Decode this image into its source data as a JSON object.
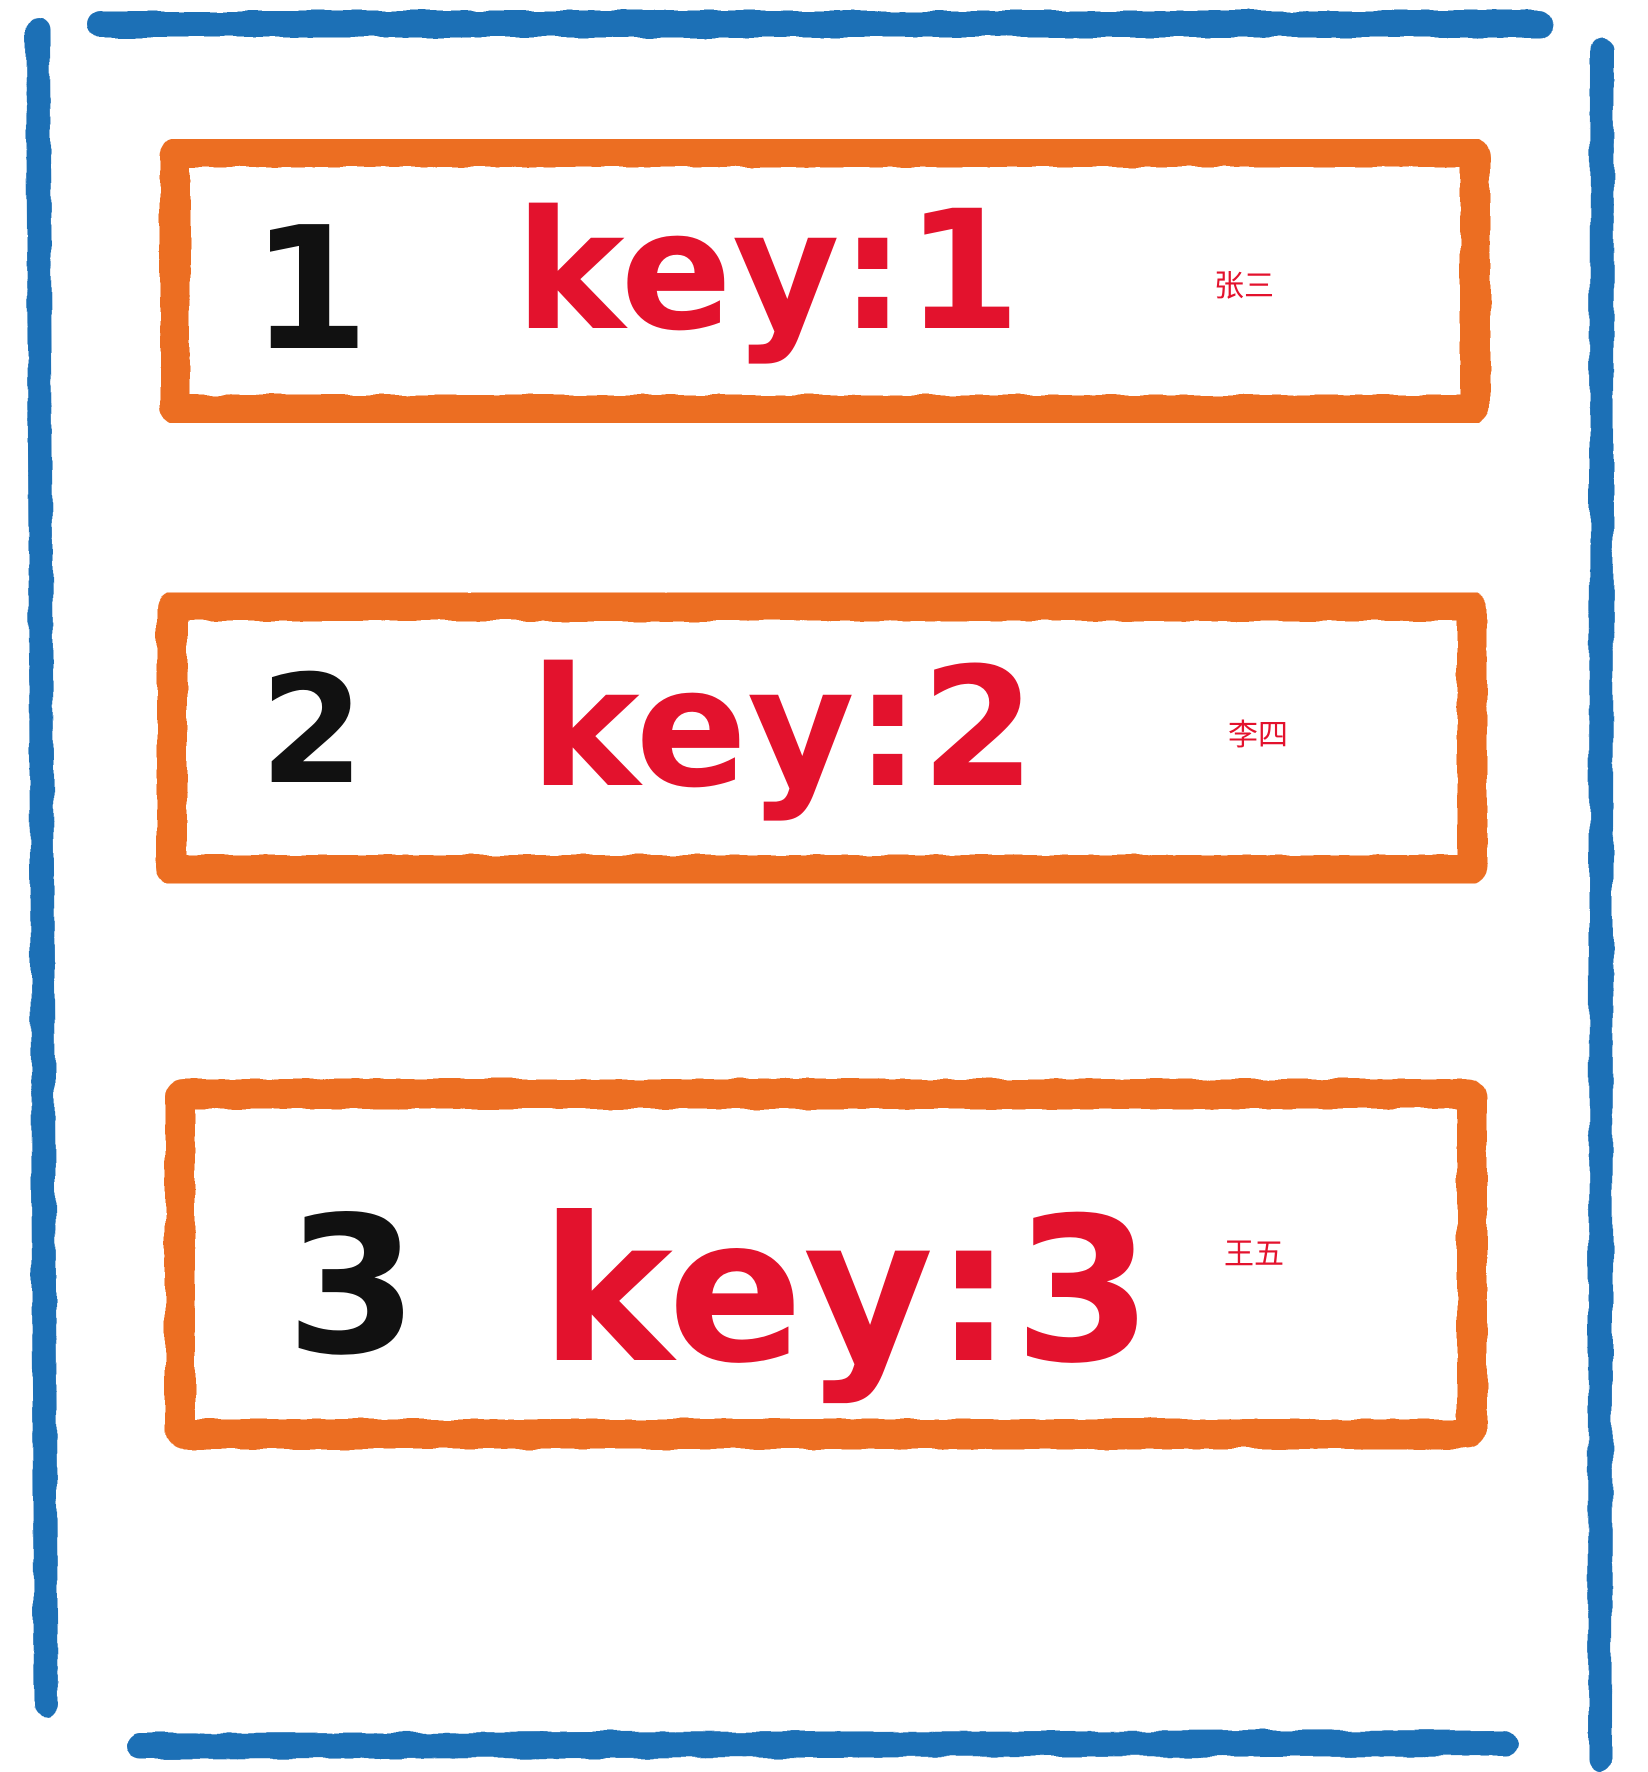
{
  "colors": {
    "frame": "#1F6FB6",
    "box": "#EC6E22",
    "index": "#111111",
    "key": "#E3122D",
    "name": "#E3122D"
  },
  "rows": [
    {
      "index": "1",
      "key_label": "key:1",
      "name": "张三"
    },
    {
      "index": "2",
      "key_label": "key:2",
      "name": "李四"
    },
    {
      "index": "3",
      "key_label": "key:3",
      "name": "王五"
    }
  ]
}
